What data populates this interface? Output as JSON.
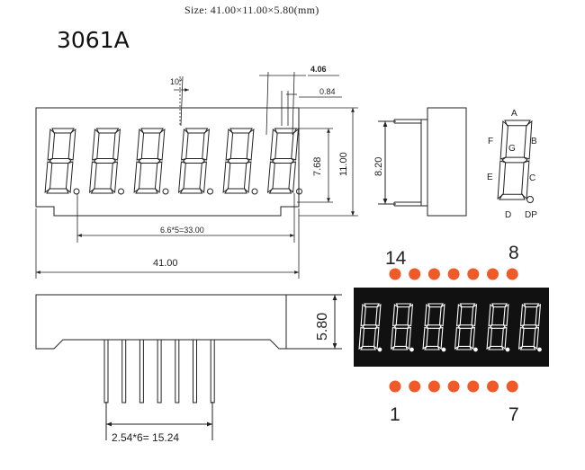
{
  "header": {
    "size_text": "Size: 41.00×11.00×5.80(mm)",
    "model": "3061A"
  },
  "dimensions": {
    "angle": "10°",
    "digit_width": "4.06",
    "segment_width": "0.84",
    "digit_height": "7.68",
    "body_height": "11.00",
    "pin_span": "8.20",
    "digit_pitch": "6.6*5=33.00",
    "overall_length": "41.00",
    "depth": "5.80",
    "pin_pitch": "2.54*6= 15.24"
  },
  "segment_legend": {
    "a": "A",
    "b": "B",
    "c": "C",
    "d": "D",
    "e": "E",
    "f": "F",
    "g": "G",
    "dp": "DP"
  },
  "pinout": {
    "top_left": "14",
    "top_right": "8",
    "bottom_left": "1",
    "bottom_right": "7",
    "pins_per_row": 7,
    "pin_color": "#f05a28",
    "display_color": "#111111"
  },
  "digit_count": 6
}
